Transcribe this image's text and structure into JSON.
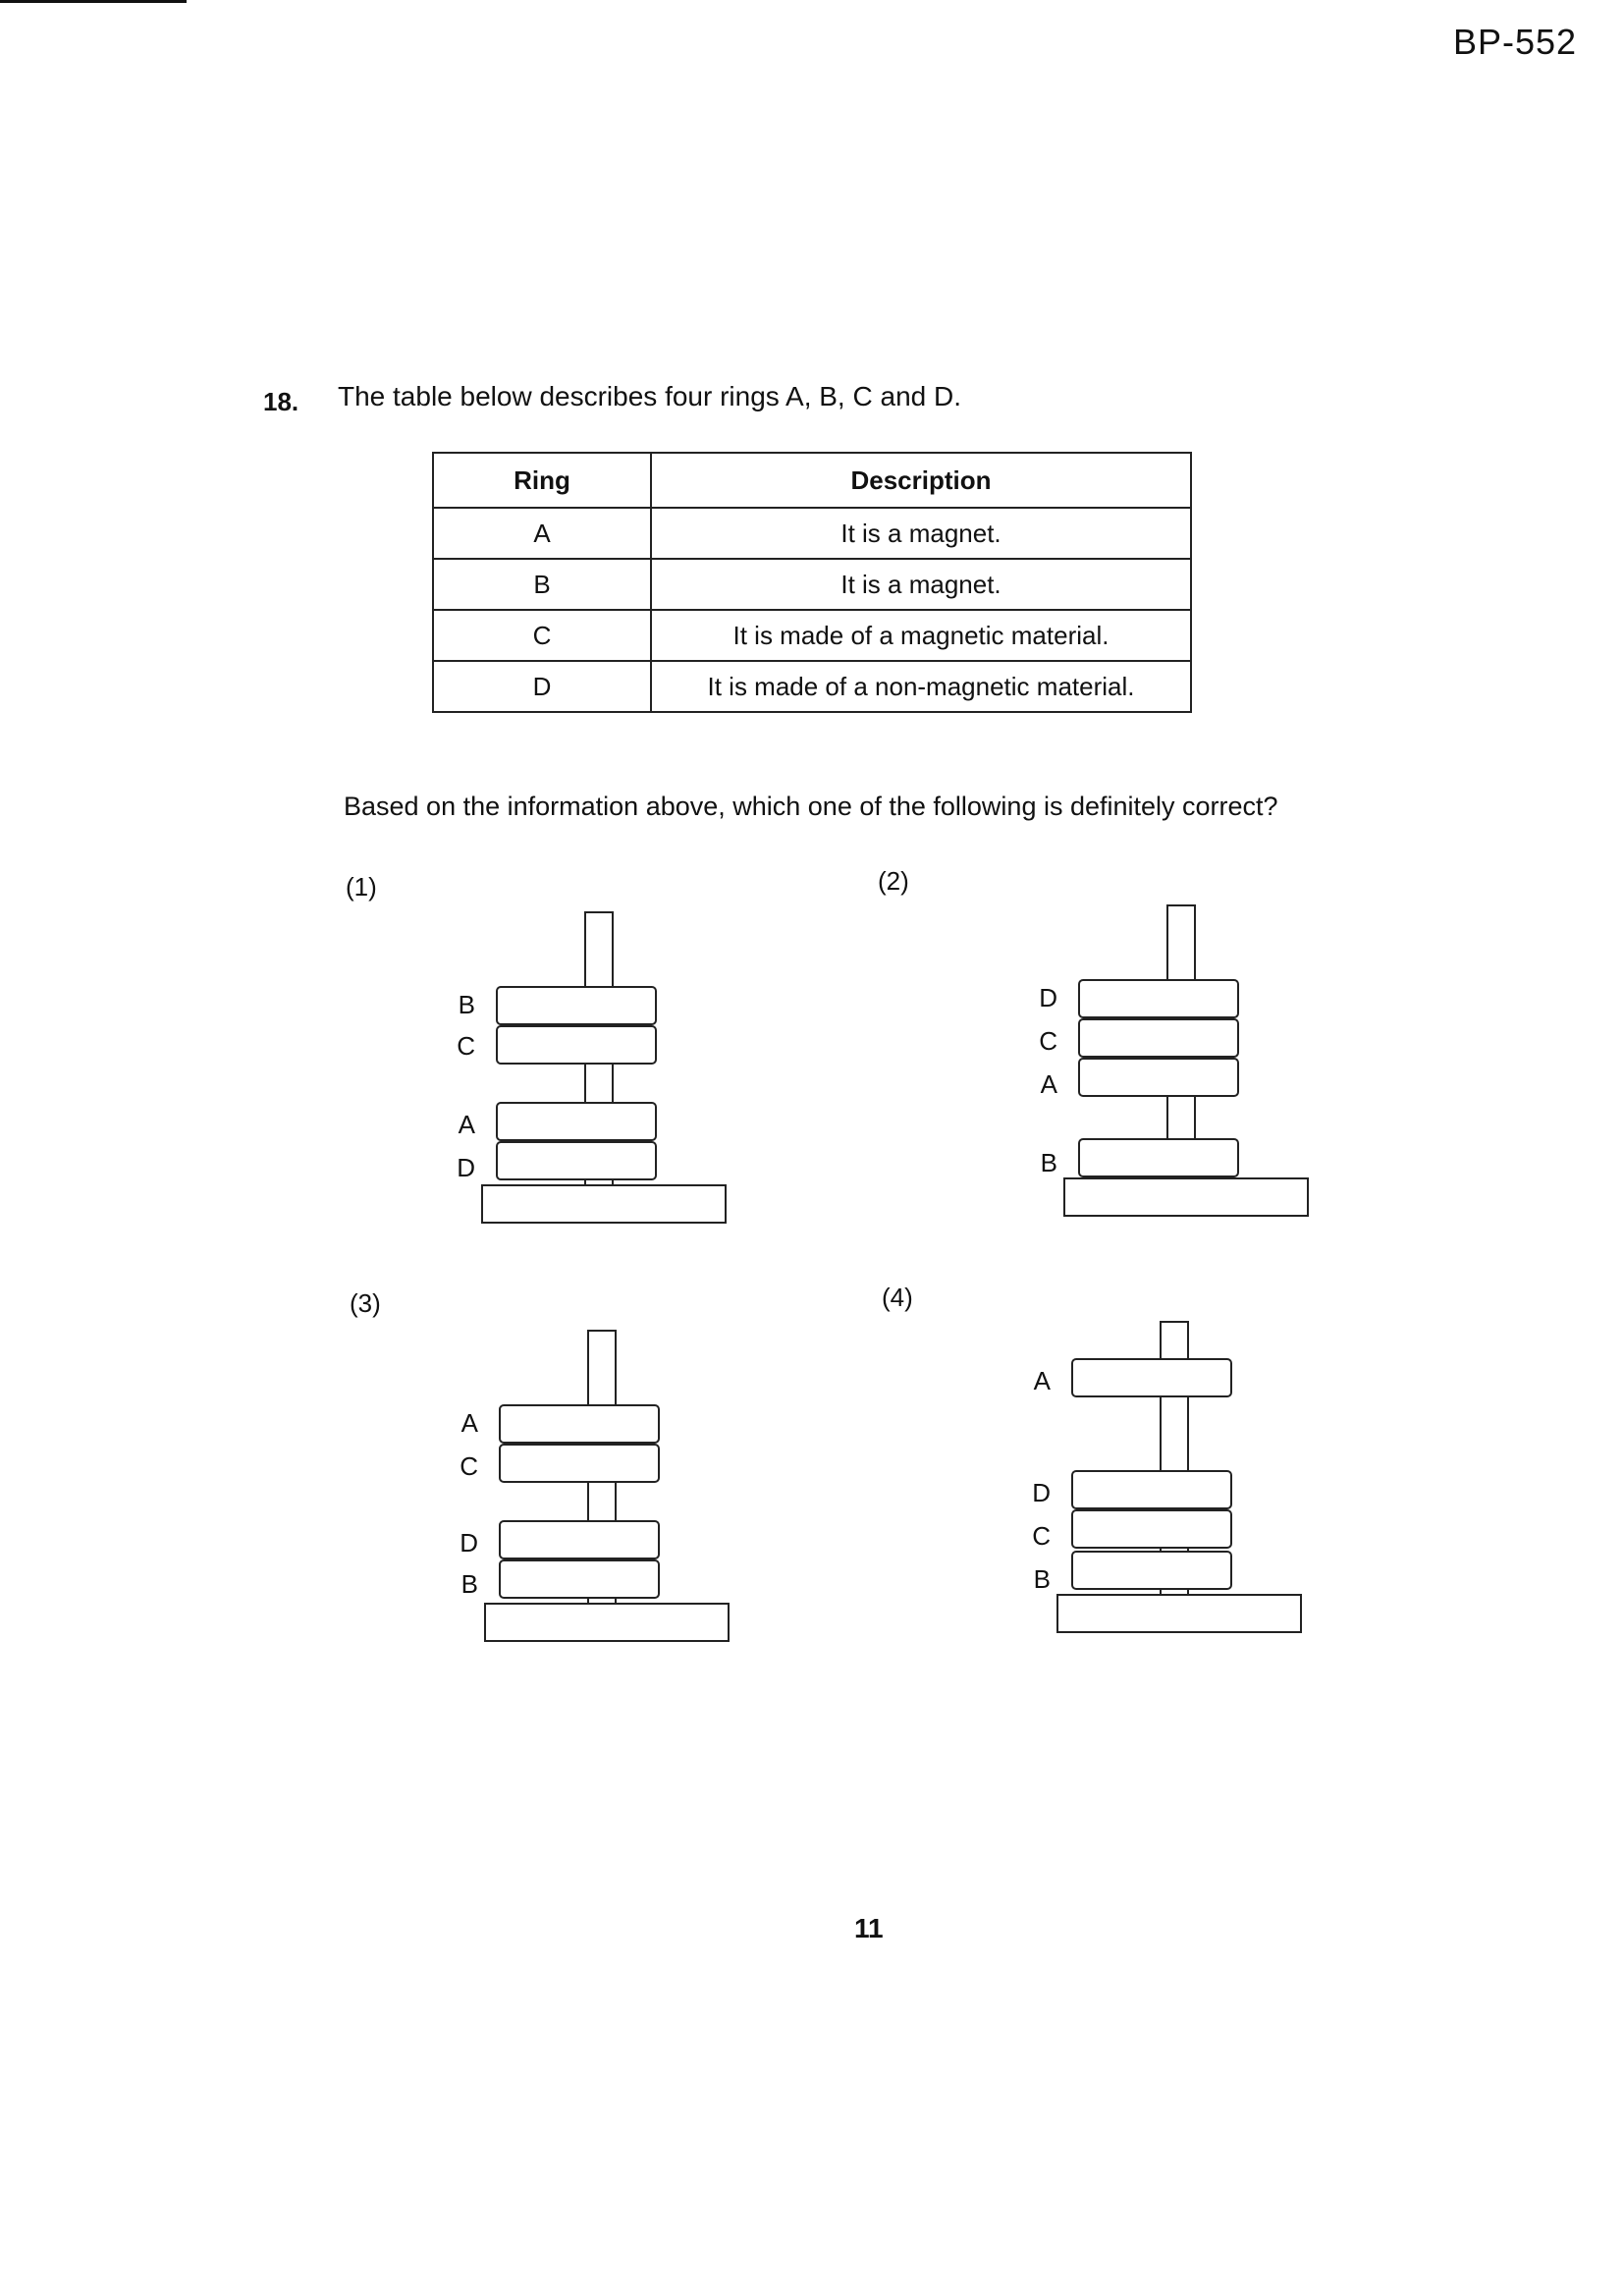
{
  "header": {
    "doc_code": "BP-552"
  },
  "question": {
    "number": "18.",
    "text": "The table below describes four rings A, B, C and D."
  },
  "table": {
    "headers": [
      "Ring",
      "Description"
    ],
    "rows": [
      [
        "A",
        "It is a magnet."
      ],
      [
        "B",
        "It is a magnet."
      ],
      [
        "C",
        "It is made of a magnetic material."
      ],
      [
        "D",
        "It is made of a non-magnetic material."
      ]
    ]
  },
  "prompt": "Based on the information above, which one of the following is definitely correct?",
  "options": [
    {
      "label": "(1)",
      "rings": [
        "B",
        "C",
        "A",
        "D"
      ]
    },
    {
      "label": "(2)",
      "rings": [
        "D",
        "C",
        "A",
        "B"
      ]
    },
    {
      "label": "(3)",
      "rings": [
        "A",
        "C",
        "D",
        "B"
      ]
    },
    {
      "label": "(4)",
      "rings": [
        "A",
        "D",
        "C",
        "B"
      ]
    }
  ],
  "footer": {
    "page_number": "11"
  }
}
